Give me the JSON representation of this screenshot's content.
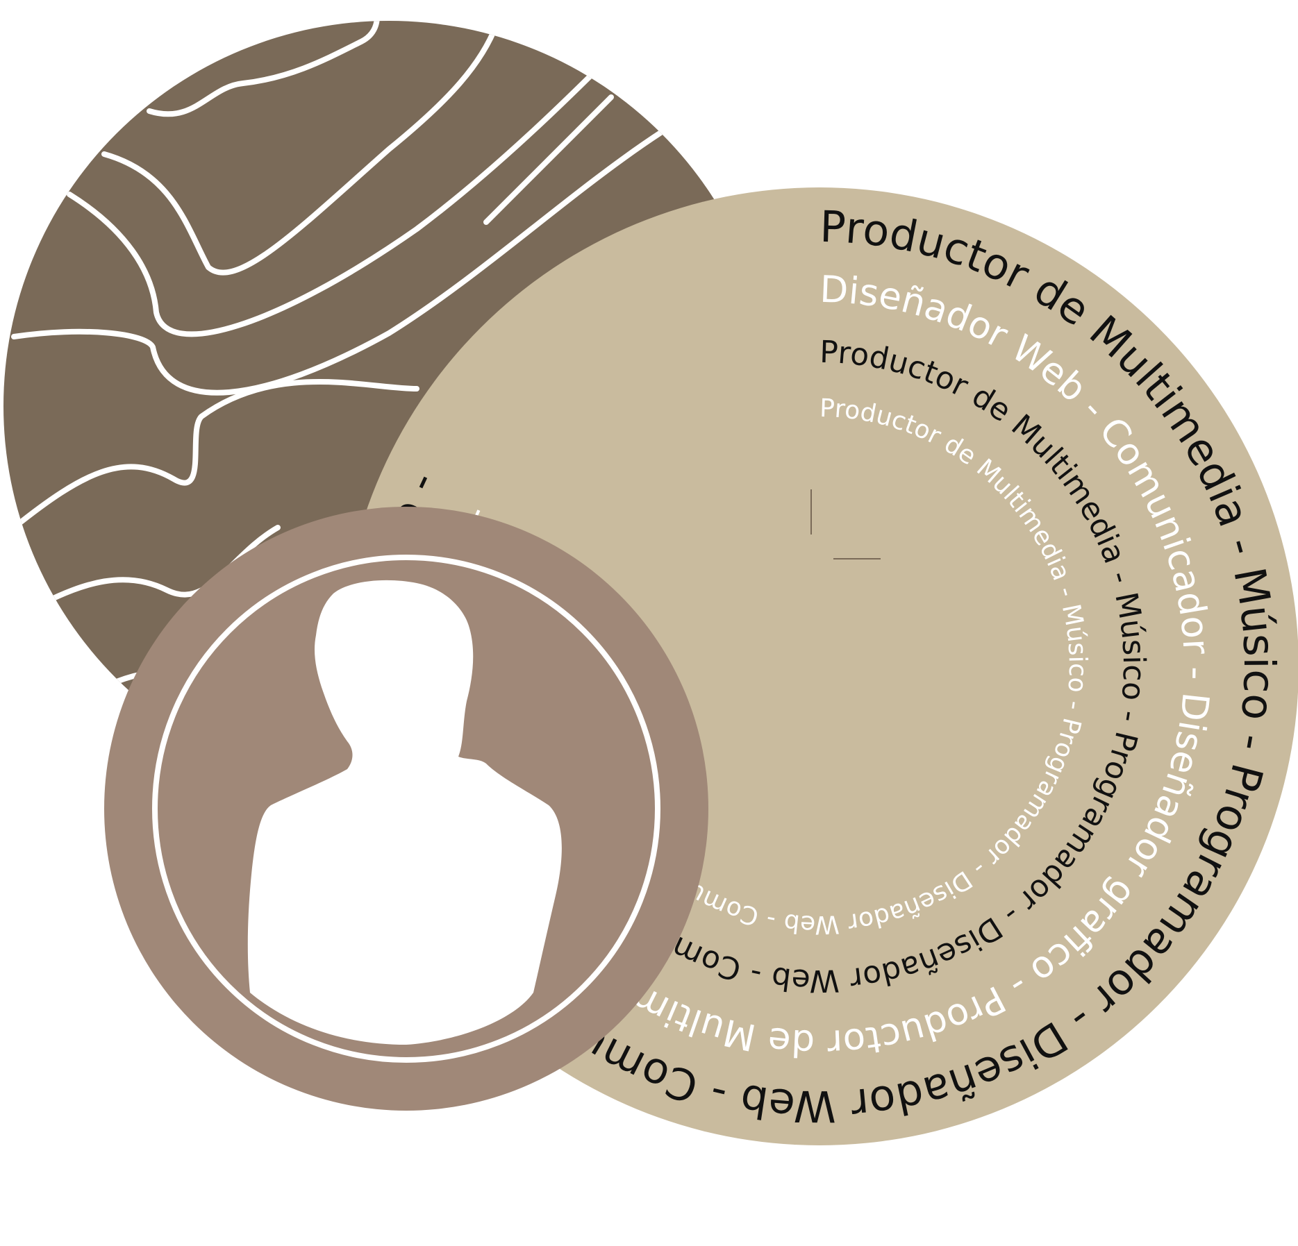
{
  "colors": {
    "background": "#ffffff",
    "topo_disc": "#7a6a58",
    "topo_lines": "#ffffff",
    "tan_disc": "#c9bb9e",
    "portrait_disc": "#a08878",
    "silhouette": "#ffffff",
    "text_dark": "#111111",
    "text_light": "#ffffff"
  },
  "icons": {
    "topographic_disc": "topographic-lines-icon",
    "portrait": "person-silhouette-icon"
  },
  "rings": [
    {
      "id": "ring-outer",
      "color": "#111111",
      "text": "Productor de Multimedia - Músico - Programador - Diseñador Web - Comunicador - Diseñador grafico - "
    },
    {
      "id": "ring-second",
      "color": "#ffffff",
      "text": "Diseñador Web - Comunicador - Diseñador grafico - Productor de Multimedia - Músico - Programador - "
    },
    {
      "id": "ring-third",
      "color": "#111111",
      "text": "Productor de Multimedia - Músico - Programador - Diseñador Web - Comunicador - Diseñador grafico  - "
    },
    {
      "id": "ring-inner",
      "color": "#ffffff",
      "text": "Productor de Multimedia - Músico - Programador - Diseñador Web - Comunicador - Diseñador grafico  - "
    }
  ]
}
